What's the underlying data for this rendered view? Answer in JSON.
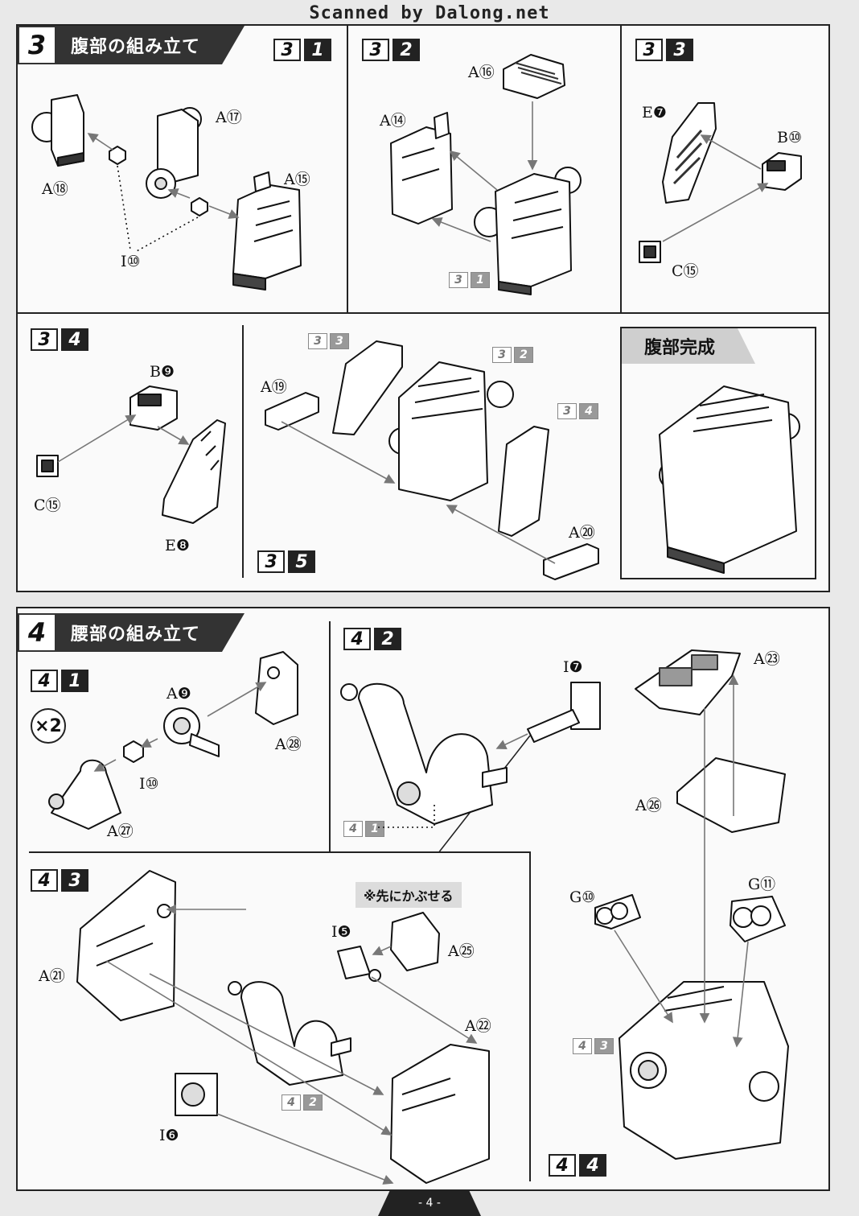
{
  "watermark": "Scanned by Dalong.net",
  "page_number": "- 4 -",
  "section3": {
    "number": "3",
    "title": "腹部の組み立て",
    "steps": {
      "s1": {
        "a": "3",
        "b": "1"
      },
      "s2": {
        "a": "3",
        "b": "2"
      },
      "s3": {
        "a": "3",
        "b": "3"
      },
      "s4": {
        "a": "3",
        "b": "4"
      },
      "s5": {
        "a": "3",
        "b": "5"
      }
    },
    "refs": {
      "s2_ref": {
        "a": "3",
        "b": "1"
      },
      "s5_ref1": {
        "a": "3",
        "b": "3"
      },
      "s5_ref2": {
        "a": "3",
        "b": "2"
      },
      "s5_ref3": {
        "a": "3",
        "b": "4"
      }
    },
    "labels": {
      "a17": "A⑰",
      "a18": "A⑱",
      "a15": "A⑮",
      "i10": "I⑩",
      "a16": "A⑯",
      "a14": "A⑭",
      "e7": "E❼",
      "b10": "B⑩",
      "c15": "C⑮",
      "b9": "B❾",
      "c15b": "C⑮",
      "e8": "E❽",
      "a19": "A⑲",
      "a20": "A⑳"
    },
    "complete": "腹部完成"
  },
  "section4": {
    "number": "4",
    "title": "腰部の組み立て",
    "steps": {
      "s1": {
        "a": "4",
        "b": "1"
      },
      "s2": {
        "a": "4",
        "b": "2"
      },
      "s3": {
        "a": "4",
        "b": "3"
      },
      "s4": {
        "a": "4",
        "b": "4"
      }
    },
    "refs": {
      "s2_ref": {
        "a": "4",
        "b": "1"
      },
      "s3_ref": {
        "a": "4",
        "b": "2"
      },
      "s4_ref": {
        "a": "4",
        "b": "3"
      }
    },
    "multiplier": "×2",
    "note": "※先にかぶせる",
    "labels": {
      "a9": "A❾",
      "a28": "A㉘",
      "i10": "I⑩",
      "a27": "A㉗",
      "i7": "I❼",
      "a23": "A㉓",
      "a26": "A㉖",
      "g10": "G⑩",
      "g11": "G⑪",
      "i5": "I❺",
      "a25": "A㉕",
      "a21": "A㉑",
      "a22": "A㉒",
      "i6": "I❻"
    }
  }
}
